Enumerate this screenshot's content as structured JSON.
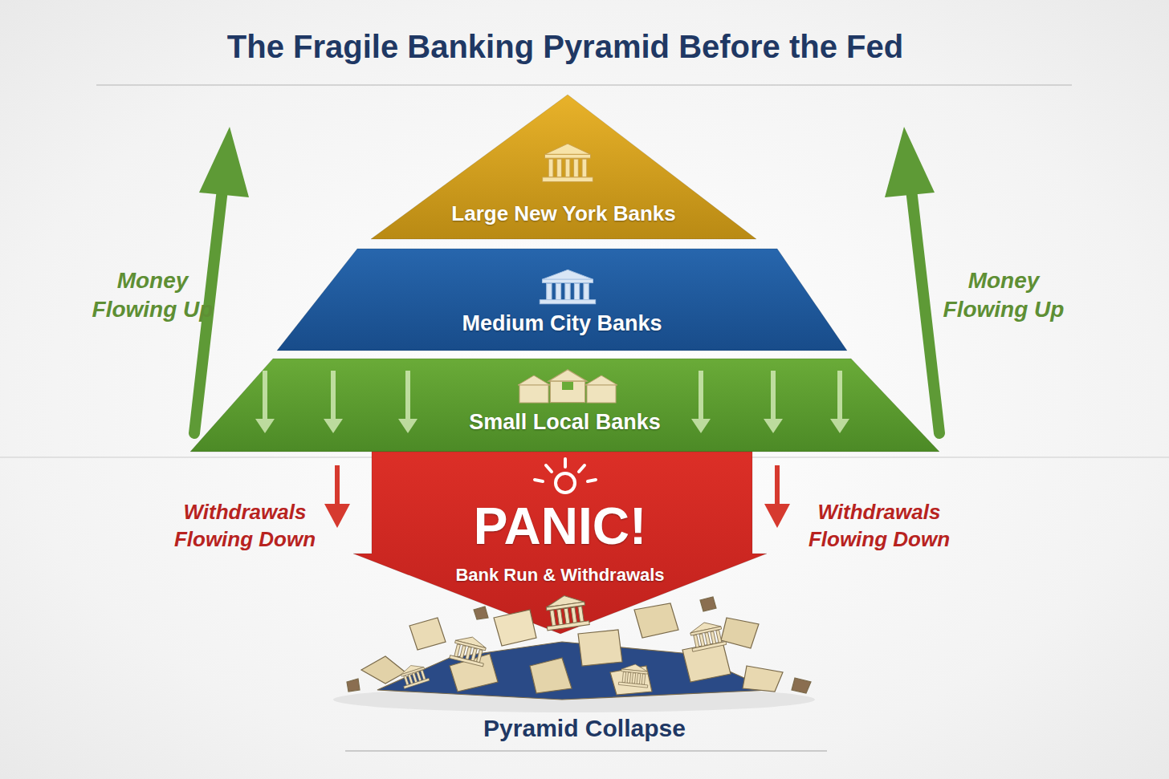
{
  "diagram": {
    "title": "The Fragile Banking Pyramid Before the Fed",
    "nodes": [
      {
        "text": [
          "Large New York Banks"
        ]
      },
      {
        "text": [
          "Medium City Banks"
        ]
      },
      {
        "text": [
          "Small Local Banks"
        ]
      },
      {
        "text": [
          "PANIC!",
          "Bank Run & Withdrawals"
        ]
      }
    ],
    "labels": [
      "Money Flowing Up",
      "Money Flowing Up",
      "Withdrawals Flowing Down",
      "Withdrawals Flowing Down",
      "Pyramid Collapse"
    ]
  }
}
